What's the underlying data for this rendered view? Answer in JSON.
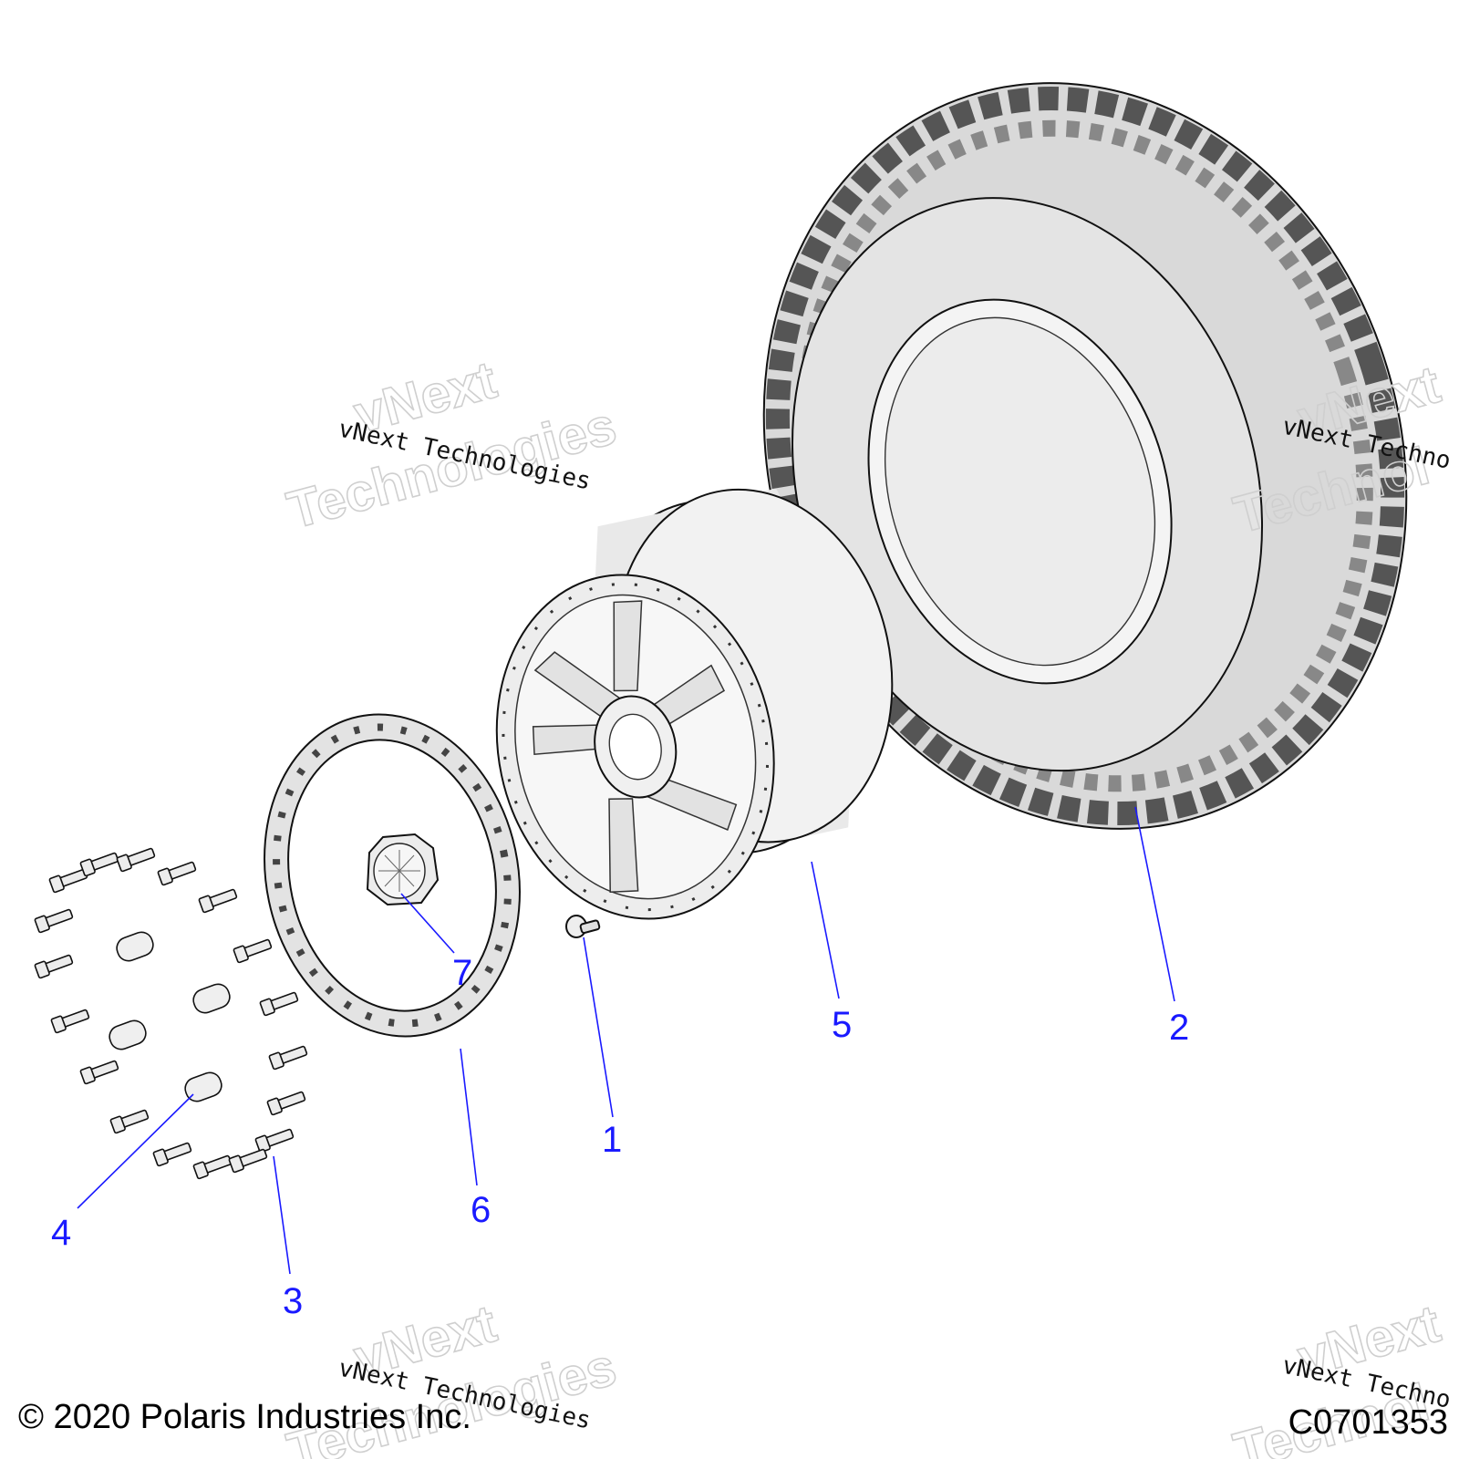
{
  "callouts": [
    {
      "num": "1"
    },
    {
      "num": "2"
    },
    {
      "num": "3"
    },
    {
      "num": "4"
    },
    {
      "num": "5"
    },
    {
      "num": "6"
    },
    {
      "num": "7"
    }
  ],
  "watermark": {
    "line1": "vNext Technologies",
    "big_line1": "vNext",
    "big_line2": "Technologies",
    "right_line1": "vNext Techno",
    "right_big_line1": "vNext",
    "right_big_line2": "Technol"
  },
  "footer": {
    "copyright": "© 2020 Polaris Industries Inc.",
    "code": "C0701353"
  },
  "colors": {
    "callout": "#1a1aff",
    "part_fill": "#e6e6e6",
    "outline": "#111111"
  }
}
